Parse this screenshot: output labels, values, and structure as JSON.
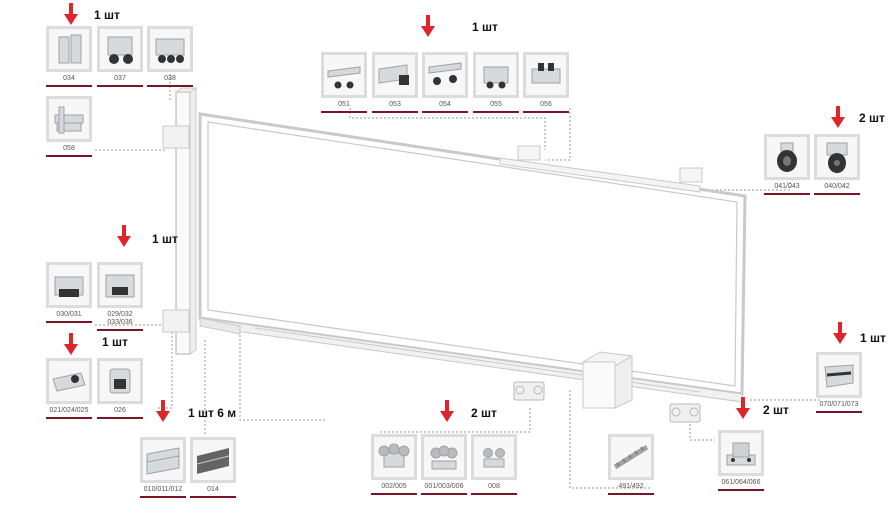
{
  "colors": {
    "arrow": "#e0242c",
    "underline": "#7a1526",
    "frame": "#c9c9c9",
    "dash": "#9a9a9a"
  },
  "quantities": {
    "q034": "1 шт",
    "q054": "1 шт",
    "q040": "2 шт",
    "q029": "1 шт",
    "q021": "1 шт",
    "q010": "1 шт 6 м",
    "q001": "2 шт",
    "q070": "1 шт",
    "q061": "2 шт"
  },
  "parts": [
    {
      "id": "p034",
      "code": "034",
      "icon": "bracket-plate-icon"
    },
    {
      "id": "p037",
      "code": "037",
      "icon": "roller-carriage-icon"
    },
    {
      "id": "p038",
      "code": "038",
      "icon": "roller-carriage-double-icon"
    },
    {
      "id": "p058",
      "code": "058",
      "icon": "wall-bracket-icon"
    },
    {
      "id": "p051",
      "code": "051",
      "icon": "guide-rail-icon"
    },
    {
      "id": "p053",
      "code": "053",
      "icon": "rail-end-cap-icon"
    },
    {
      "id": "p054",
      "code": "054",
      "icon": "guide-rail-rollers-icon"
    },
    {
      "id": "p055",
      "code": "055",
      "icon": "rail-bracket-icon"
    },
    {
      "id": "p056",
      "code": "056",
      "icon": "rail-support-icon"
    },
    {
      "id": "p041",
      "code": "041/043",
      "icon": "support-roller-icon"
    },
    {
      "id": "p040",
      "code": "040/042",
      "icon": "support-roller-bracket-icon"
    },
    {
      "id": "p030",
      "code": "030/031",
      "icon": "catcher-icon"
    },
    {
      "id": "p029",
      "code": "029/032\n033/036",
      "icon": "catcher-upper-icon"
    },
    {
      "id": "p021",
      "code": "021/024/025",
      "icon": "end-roller-icon"
    },
    {
      "id": "p026",
      "code": "026",
      "icon": "end-cap-icon"
    },
    {
      "id": "p010",
      "code": "010/011/012",
      "icon": "bearing-beam-icon"
    },
    {
      "id": "p014",
      "code": "014",
      "icon": "beam-profile-icon"
    },
    {
      "id": "p002",
      "code": "002/005",
      "icon": "roller-trolley-icon"
    },
    {
      "id": "p001",
      "code": "001/003/006",
      "icon": "roller-trolley-plate-icon"
    },
    {
      "id": "p008",
      "code": "008",
      "icon": "roller-small-icon"
    },
    {
      "id": "p491",
      "code": "491/492",
      "icon": "gear-rack-icon"
    },
    {
      "id": "p061",
      "code": "061/064/066",
      "icon": "adjustment-platform-icon"
    },
    {
      "id": "p070",
      "code": "070/071/073",
      "icon": "bottom-catcher-icon"
    }
  ]
}
